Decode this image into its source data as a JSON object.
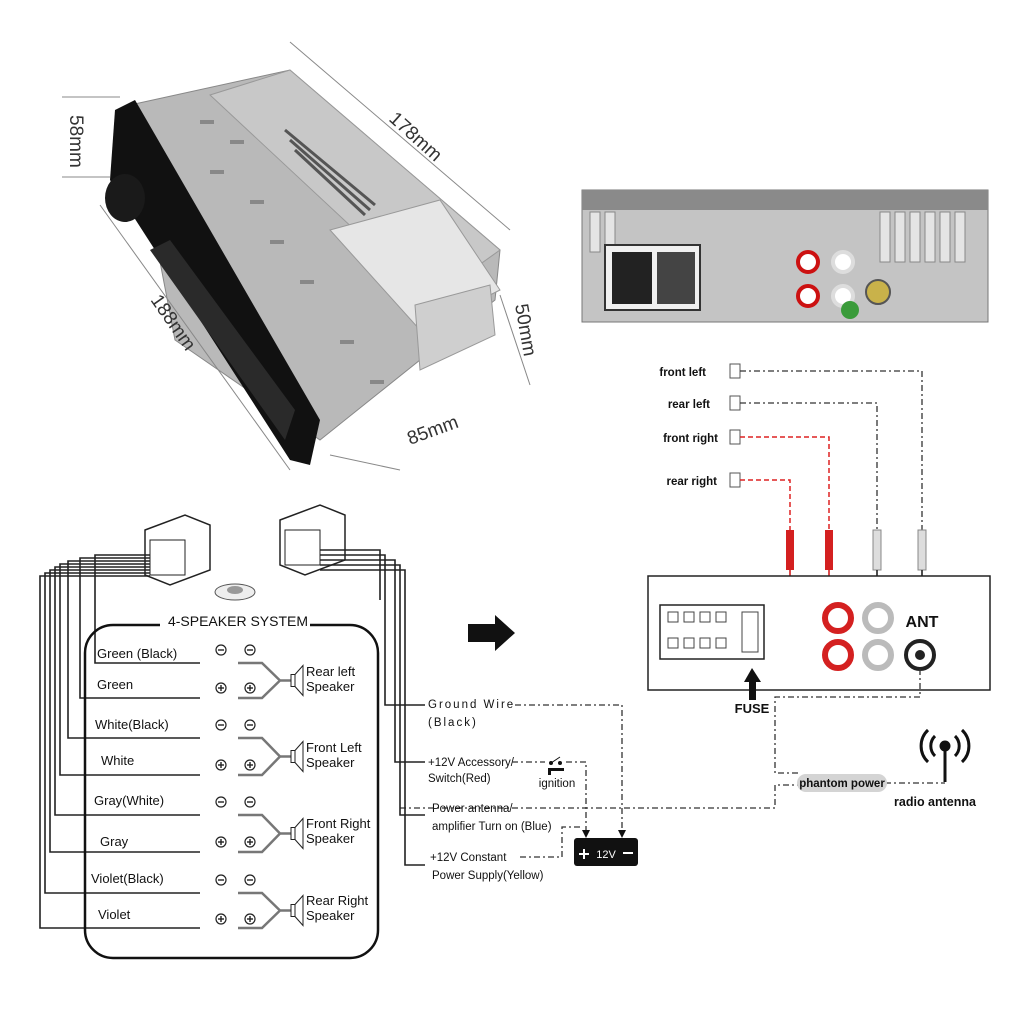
{
  "dimensions": {
    "height_front": "58mm",
    "depth": "178mm",
    "width_front": "188mm",
    "height_back": "50mm",
    "width_back": "85mm"
  },
  "speaker_system": {
    "title": "4-SPEAKER SYSTEM",
    "rows": [
      {
        "wire": "Green (Black)",
        "polarity": "-"
      },
      {
        "wire": "Green",
        "polarity": "+"
      },
      {
        "wire": "White(Black)",
        "polarity": "-"
      },
      {
        "wire": "White",
        "polarity": "+"
      },
      {
        "wire": "Gray(White)",
        "polarity": "-"
      },
      {
        "wire": "Gray",
        "polarity": "+"
      },
      {
        "wire": "Violet(Black)",
        "polarity": "-"
      },
      {
        "wire": "Violet",
        "polarity": "+"
      }
    ],
    "speakers": [
      {
        "line1": "Rear left",
        "line2": "Speaker"
      },
      {
        "line1": "Front Left",
        "line2": "Speaker"
      },
      {
        "line1": "Front Right",
        "line2": "Speaker"
      },
      {
        "line1": "Rear Right",
        "line2": "Speaker"
      }
    ]
  },
  "power_wires": {
    "ground_1": "Ground Wire",
    "ground_2": "(Black)",
    "acc_1": "+12V Accessory/",
    "acc_2": "Switch(Red)",
    "ignition": "ignition",
    "ant_1": "Power antenna/",
    "ant_2": "amplifier Turn on (Blue)",
    "const_1": "+12V Constant",
    "const_2": "Power Supply(Yellow)",
    "battery": "12V"
  },
  "rca": {
    "inputs": [
      "front left",
      "rear left",
      "front right",
      "rear right"
    ],
    "ant_label": "ANT",
    "fuse_label": "FUSE",
    "phantom_power": "phantom power",
    "radio_antenna": "radio antenna"
  },
  "colors": {
    "red_rca": "#d42020",
    "wire": "#222222",
    "unit_gray": "#a9a9a9"
  }
}
